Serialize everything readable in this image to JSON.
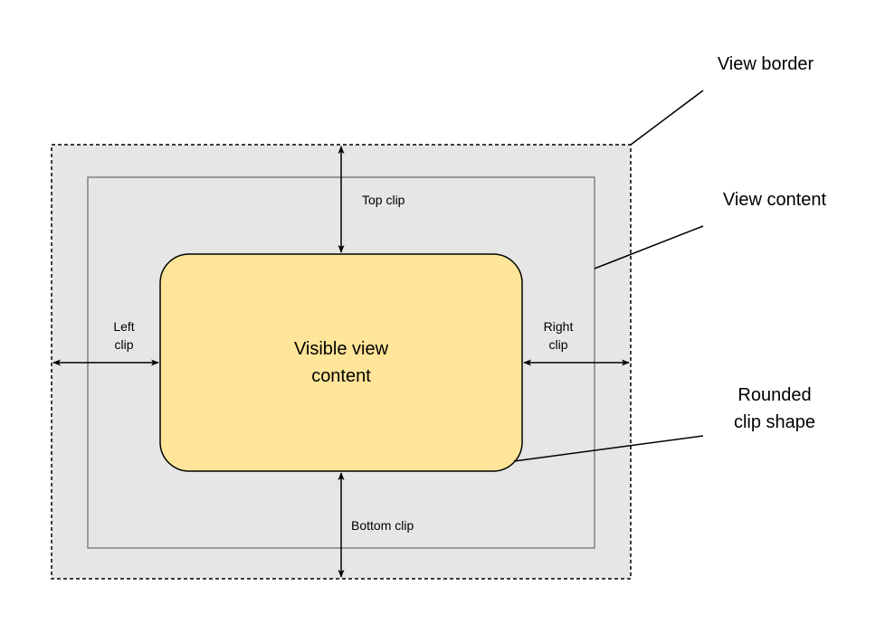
{
  "labels": {
    "view_border": "View border",
    "view_content": "View content",
    "rounded_clip_shape": [
      "Rounded",
      "clip shape"
    ],
    "top_clip": "Top clip",
    "bottom_clip": "Bottom clip",
    "left_clip": [
      "Left",
      "clip"
    ],
    "right_clip": [
      "Right",
      "clip"
    ],
    "visible_content": [
      "Visible view",
      "content"
    ]
  },
  "colors": {
    "border_fill": "#e6e6e6",
    "content_stroke": "#808080",
    "visible_fill": "#ffe599",
    "line": "#000000"
  }
}
